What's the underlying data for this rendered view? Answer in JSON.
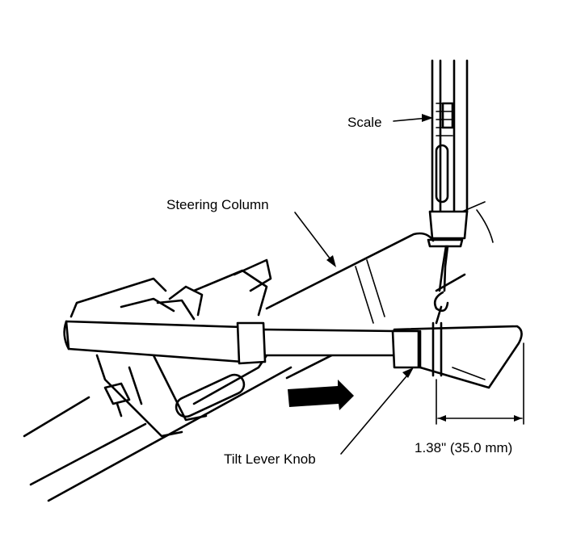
{
  "labels": {
    "scale": "Scale",
    "steering_column": "Steering Column",
    "tilt_lever_knob": "Tilt Lever Knob",
    "dimension": "1.38\" (35.0 mm)"
  },
  "colors": {
    "ink": "#000000",
    "paper": "#ffffff"
  }
}
